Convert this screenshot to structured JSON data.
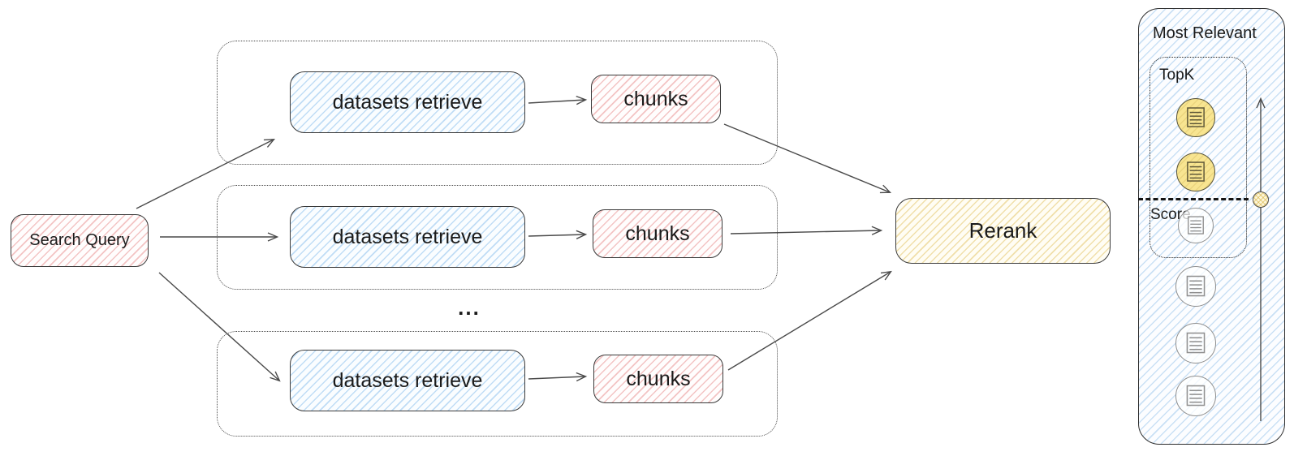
{
  "diagram": {
    "search_query_label": "Search Query",
    "branches": [
      {
        "retrieve_label": "datasets retrieve",
        "chunks_label": "chunks"
      },
      {
        "retrieve_label": "datasets retrieve",
        "chunks_label": "chunks"
      },
      {
        "retrieve_label": "datasets retrieve",
        "chunks_label": "chunks"
      }
    ],
    "ellipsis_label": "...",
    "rerank_label": "Rerank",
    "panel": {
      "title": "Most Relevant",
      "topk_label": "TopK",
      "score_label": "Score",
      "topk_document_count": 2,
      "scored_document_count": 4
    },
    "colors": {
      "pink_hatch": "#e27474",
      "blue_hatch": "#68ace7",
      "yellow_hatch": "#debA4f",
      "panel_hatch": "#78b2e5",
      "topk_doc_fill": "#f8e591",
      "node_stroke": "#3a3a3a",
      "arrow": "#4a4a4a",
      "text": "#1b1b1b"
    }
  }
}
